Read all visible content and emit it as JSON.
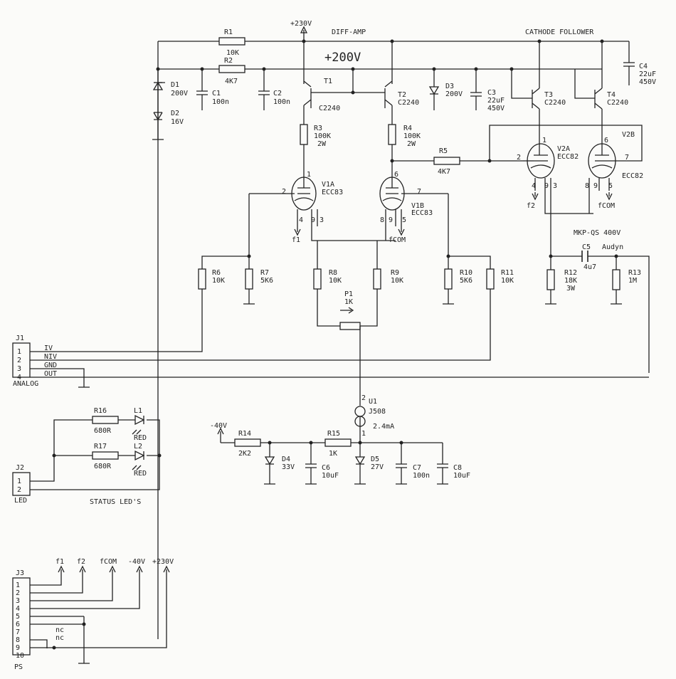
{
  "labels": {
    "diff_amp": "DIFF-AMP",
    "cathode_follower": "CATHODE FOLLOWER",
    "plus200": "+200V",
    "mkp": "MKP-QS 400V",
    "status_leds": "STATUS LED'S"
  },
  "rails": {
    "p230": "+230V",
    "m40": "-40V"
  },
  "components": {
    "R1": {
      "ref": "R1",
      "val": "10K"
    },
    "R2": {
      "ref": "R2",
      "val": "4K7"
    },
    "R3": {
      "ref": "R3",
      "val": "100K",
      "val2": "2W"
    },
    "R4": {
      "ref": "R4",
      "val": "100K",
      "val2": "2W"
    },
    "R5": {
      "ref": "R5",
      "val": "4K7"
    },
    "R6": {
      "ref": "R6",
      "val": "10K"
    },
    "R7": {
      "ref": "R7",
      "val": "5K6"
    },
    "R8": {
      "ref": "R8",
      "val": "10K"
    },
    "R9": {
      "ref": "R9",
      "val": "10K"
    },
    "R10": {
      "ref": "R10",
      "val": "5K6"
    },
    "R11": {
      "ref": "R11",
      "val": "10K"
    },
    "R12": {
      "ref": "R12",
      "val": "18K",
      "val2": "3W"
    },
    "R13": {
      "ref": "R13",
      "val": "1M"
    },
    "R14": {
      "ref": "R14",
      "val": "2K2"
    },
    "R15": {
      "ref": "R15",
      "val": "1K"
    },
    "R16": {
      "ref": "R16",
      "val": "680R"
    },
    "R17": {
      "ref": "R17",
      "val": "680R"
    },
    "P1": {
      "ref": "P1",
      "val": "1K"
    },
    "C1": {
      "ref": "C1",
      "val": "100n"
    },
    "C2": {
      "ref": "C2",
      "val": "100n"
    },
    "C3": {
      "ref": "C3",
      "val": "22uF",
      "val2": "450V"
    },
    "C4": {
      "ref": "C4",
      "val": "22uF",
      "val2": "450V"
    },
    "C5": {
      "ref": "C5",
      "val": "Audyn",
      "val2": "4u7"
    },
    "C6": {
      "ref": "C6",
      "val": "10uF"
    },
    "C7": {
      "ref": "C7",
      "val": "100n"
    },
    "C8": {
      "ref": "C8",
      "val": "10uF"
    },
    "D1": {
      "ref": "D1",
      "val": "200V"
    },
    "D2": {
      "ref": "D2",
      "val": "16V"
    },
    "D3": {
      "ref": "D3",
      "val": "200V"
    },
    "D4": {
      "ref": "D4",
      "val": "33V"
    },
    "D5": {
      "ref": "D5",
      "val": "27V"
    },
    "T1": {
      "ref": "T1",
      "val": "C2240"
    },
    "T2": {
      "ref": "T2",
      "val": "C2240"
    },
    "T3": {
      "ref": "T3",
      "val": "C2240"
    },
    "T4": {
      "ref": "T4",
      "val": "C2240"
    },
    "V1A": {
      "ref": "V1A",
      "val": "ECC83"
    },
    "V1B": {
      "ref": "V1B",
      "val": "ECC83"
    },
    "V2A": {
      "ref": "V2A",
      "val": "ECC82"
    },
    "V2B": {
      "ref": "V2B",
      "val": "ECC82"
    },
    "U1": {
      "ref": "U1",
      "val": "J508",
      "val2": "2.4mA"
    },
    "L1": {
      "ref": "L1",
      "val": "RED"
    },
    "L2": {
      "ref": "L2",
      "val": "RED"
    }
  },
  "pins": {
    "p1": "1",
    "p2": "2",
    "p3": "3",
    "p4": "4",
    "p5": "5",
    "p6": "6",
    "p7": "7",
    "p8": "8",
    "p9": "9",
    "p10": "10",
    "p93": "9 3",
    "p89": "8 9"
  },
  "nets": {
    "f1": "f1",
    "f2": "f2",
    "fcom": "fCOM",
    "nc": "nc"
  },
  "connectors": {
    "J1": {
      "ref": "J1",
      "name": "ANALOG",
      "signals": [
        "IV",
        "NIV",
        "GND",
        "OUT"
      ]
    },
    "J2": {
      "ref": "J2",
      "name": "LED"
    },
    "J3": {
      "ref": "J3",
      "name": "PS",
      "top_labels": [
        "f1",
        "f2",
        "fCOM",
        "-40V",
        "+230V"
      ]
    }
  }
}
